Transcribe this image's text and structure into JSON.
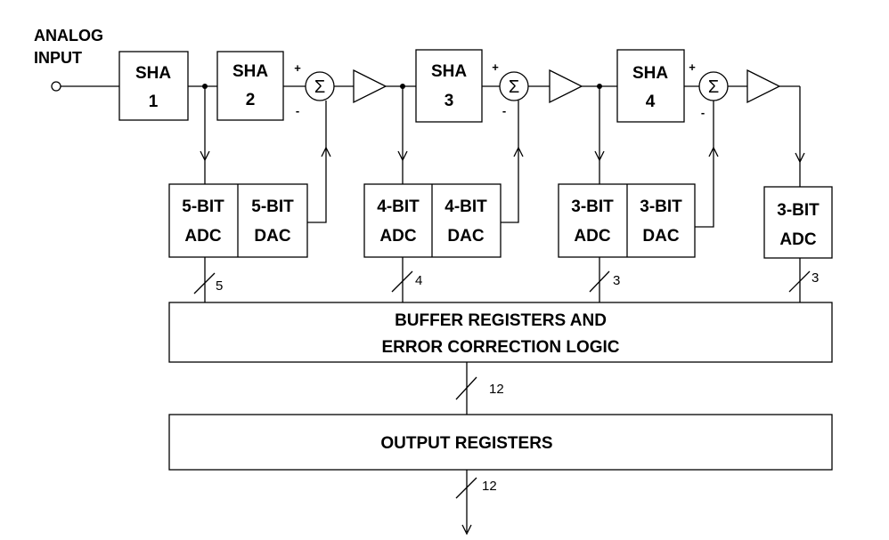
{
  "input": {
    "label_line1": "ANALOG",
    "label_line2": "INPUT"
  },
  "sha": [
    {
      "name": "SHA",
      "num": "1"
    },
    {
      "name": "SHA",
      "num": "2"
    },
    {
      "name": "SHA",
      "num": "3"
    },
    {
      "name": "SHA",
      "num": "4"
    }
  ],
  "summer": {
    "symbol": "Σ",
    "plus": "+",
    "minus": "-"
  },
  "stages": [
    {
      "adc_bits": "5-BIT",
      "adc": "ADC",
      "dac_bits": "5-BIT",
      "dac": "DAC",
      "bus": "5"
    },
    {
      "adc_bits": "4-BIT",
      "adc": "ADC",
      "dac_bits": "4-BIT",
      "dac": "DAC",
      "bus": "4"
    },
    {
      "adc_bits": "3-BIT",
      "adc": "ADC",
      "dac_bits": "3-BIT",
      "dac": "DAC",
      "bus": "3"
    },
    {
      "adc_bits": "3-BIT",
      "adc": "ADC",
      "bus": "3"
    }
  ],
  "buffer": {
    "line1": "BUFFER REGISTERS AND",
    "line2": "ERROR CORRECTION LOGIC"
  },
  "output": {
    "label": "OUTPUT REGISTERS"
  },
  "bus_widths": {
    "buffer_to_output": "12",
    "output": "12"
  }
}
